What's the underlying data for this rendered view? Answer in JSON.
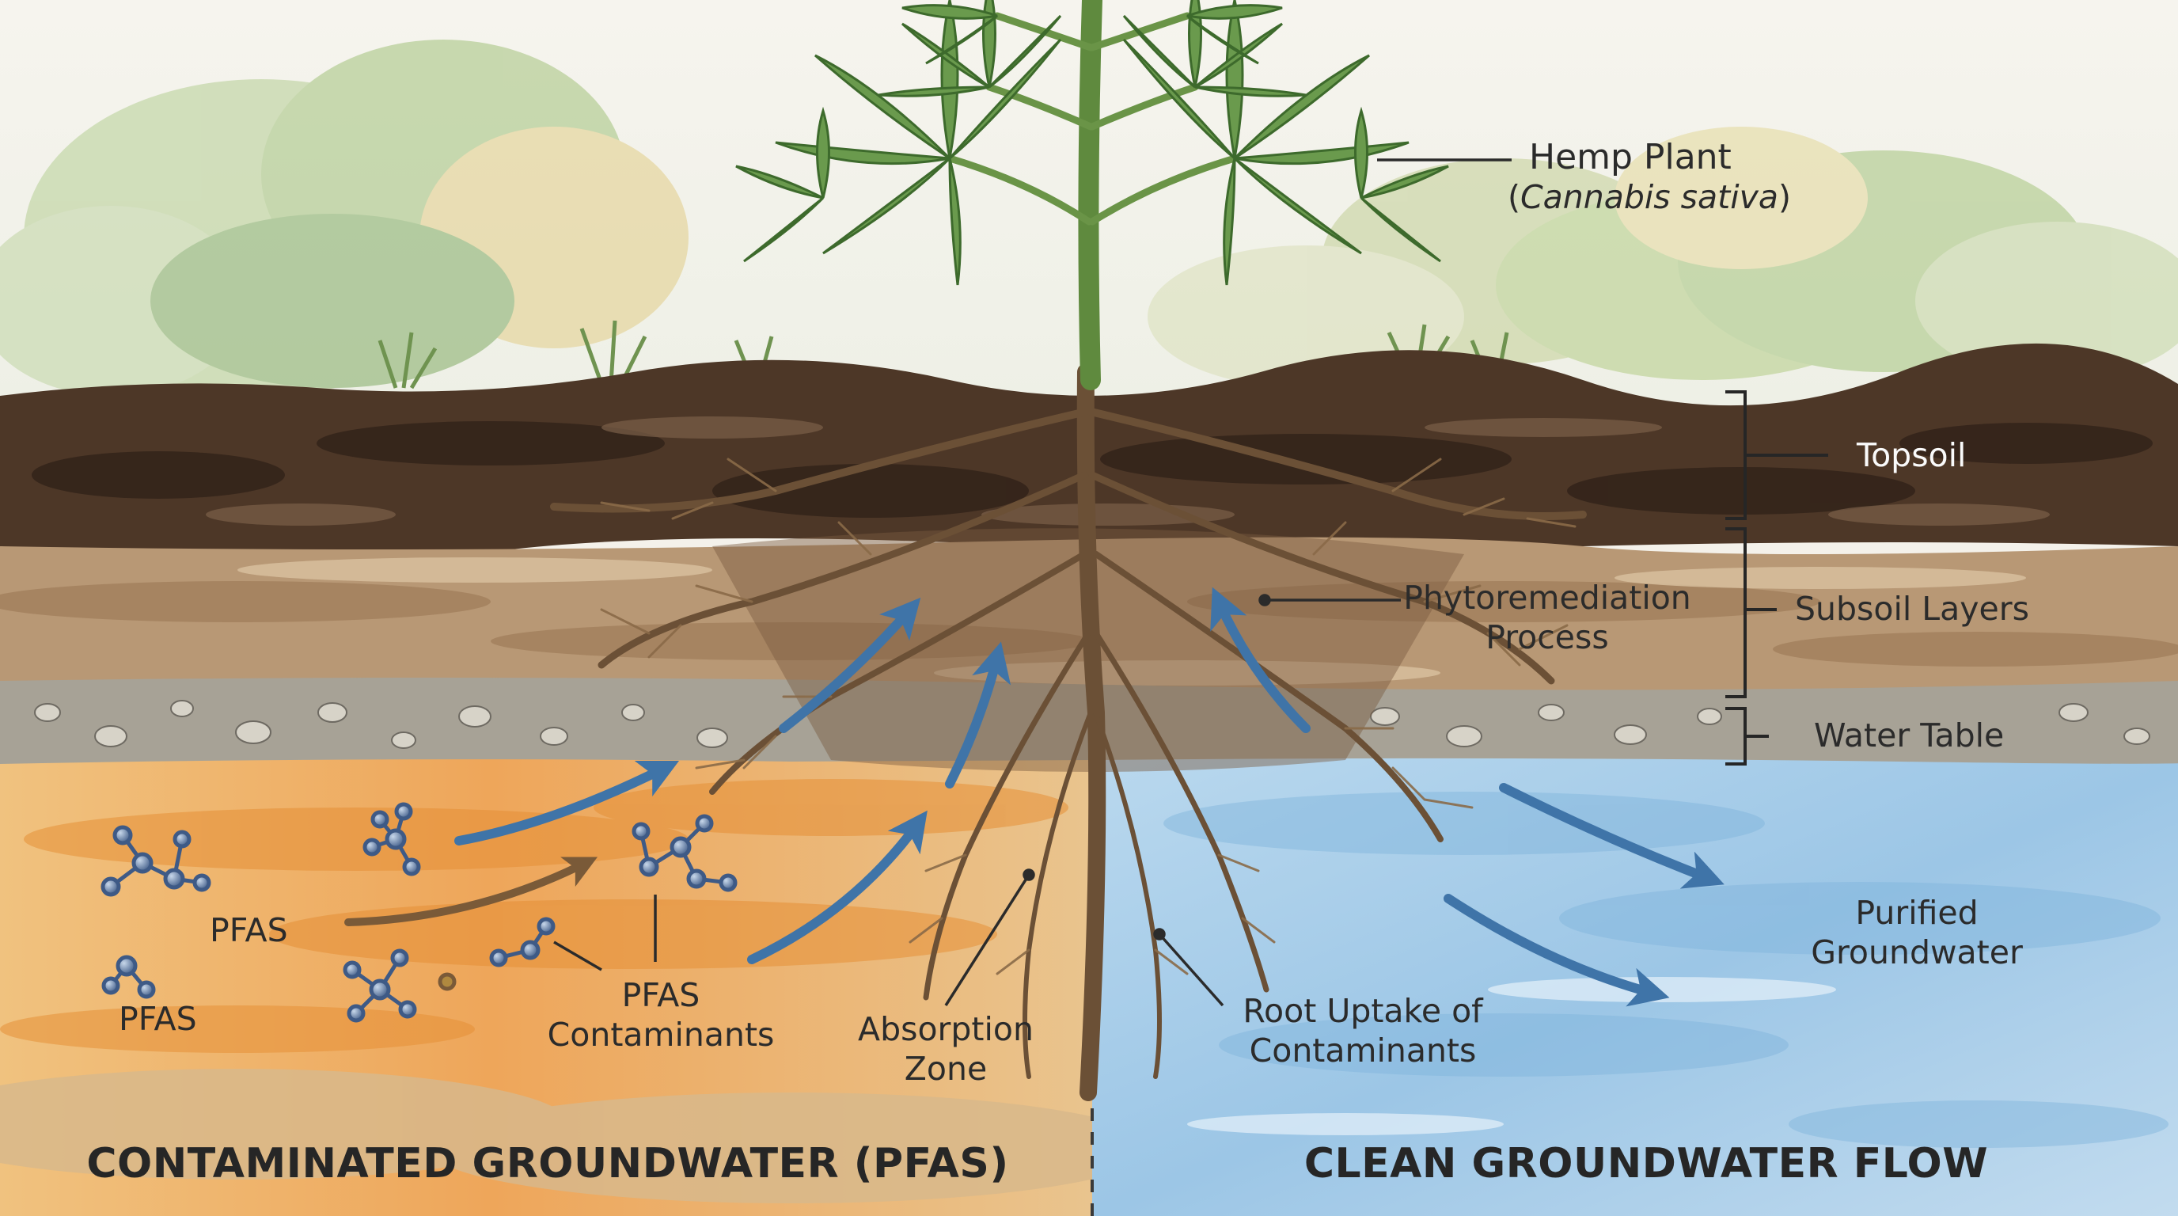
{
  "labels": {
    "hemp_plant": "Hemp Plant",
    "hemp_plant_latin_open": "(",
    "hemp_plant_latin": "Cannabis sativa",
    "hemp_plant_latin_close": ")",
    "topsoil": "Topsoil",
    "subsoil_layers": "Subsoil Layers",
    "water_table": "Water Table",
    "phytoremediation_line1": "Phytoremediation",
    "phytoremediation_line2": "Process",
    "purified_line1": "Purified",
    "purified_line2": "Groundwater",
    "pfas_1": "PFAS",
    "pfas_2": "PFAS",
    "pfas_contaminants_line1": "PFAS",
    "pfas_contaminants_line2": "Contaminants",
    "absorption_line1": "Absorption",
    "absorption_line2": "Zone",
    "root_uptake_line1": "Root Uptake of",
    "root_uptake_line2": "Contaminants"
  },
  "titles": {
    "contaminated": "CONTAMINATED GROUNDWATER (PFAS)",
    "clean": "CLEAN GROUNDWATER FLOW"
  },
  "colors": {
    "contaminated_water": "#e8a24a",
    "clean_water": "#9fc8e6",
    "topsoil": "#4a3526",
    "arrow": "#3f74a8",
    "leaf": "#5f8f45"
  }
}
